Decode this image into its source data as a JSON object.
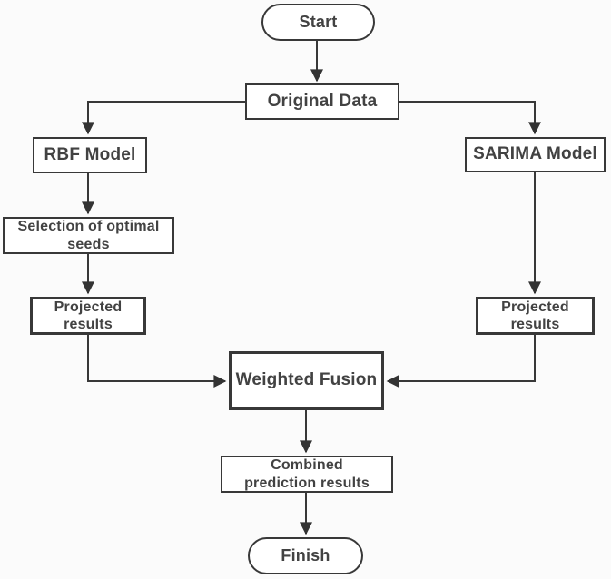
{
  "diagram": {
    "type": "flowchart",
    "nodes": {
      "start": {
        "label": "Start",
        "shape": "stadium"
      },
      "original_data": {
        "label": "Original Data",
        "shape": "rect"
      },
      "rbf_model": {
        "label": "RBF Model",
        "shape": "rect"
      },
      "sarima_model": {
        "label": "SARIMA Model",
        "shape": "rect"
      },
      "optimal_seeds": {
        "label": "Selection of optimal\nseeds",
        "shape": "rect"
      },
      "projected_results_left": {
        "label": "Projected\nresults",
        "shape": "rect"
      },
      "projected_results_right": {
        "label": "Projected\nresults",
        "shape": "rect"
      },
      "weighted_fusion": {
        "label": "Weighted Fusion",
        "shape": "rect"
      },
      "combined_results": {
        "label": "Combined\nprediction results",
        "shape": "rect"
      },
      "finish": {
        "label": "Finish",
        "shape": "stadium"
      }
    },
    "edges": [
      {
        "from": "start",
        "to": "original_data"
      },
      {
        "from": "original_data",
        "to": "rbf_model"
      },
      {
        "from": "original_data",
        "to": "sarima_model"
      },
      {
        "from": "rbf_model",
        "to": "optimal_seeds"
      },
      {
        "from": "optimal_seeds",
        "to": "projected_results_left"
      },
      {
        "from": "projected_results_left",
        "to": "weighted_fusion"
      },
      {
        "from": "sarima_model",
        "to": "projected_results_right"
      },
      {
        "from": "projected_results_right",
        "to": "weighted_fusion"
      },
      {
        "from": "weighted_fusion",
        "to": "combined_results"
      },
      {
        "from": "combined_results",
        "to": "finish"
      }
    ],
    "colors": {
      "stroke": "#383838",
      "text": "#424242",
      "node_fill": "#ffffff",
      "background": "#fbfbfb"
    }
  }
}
